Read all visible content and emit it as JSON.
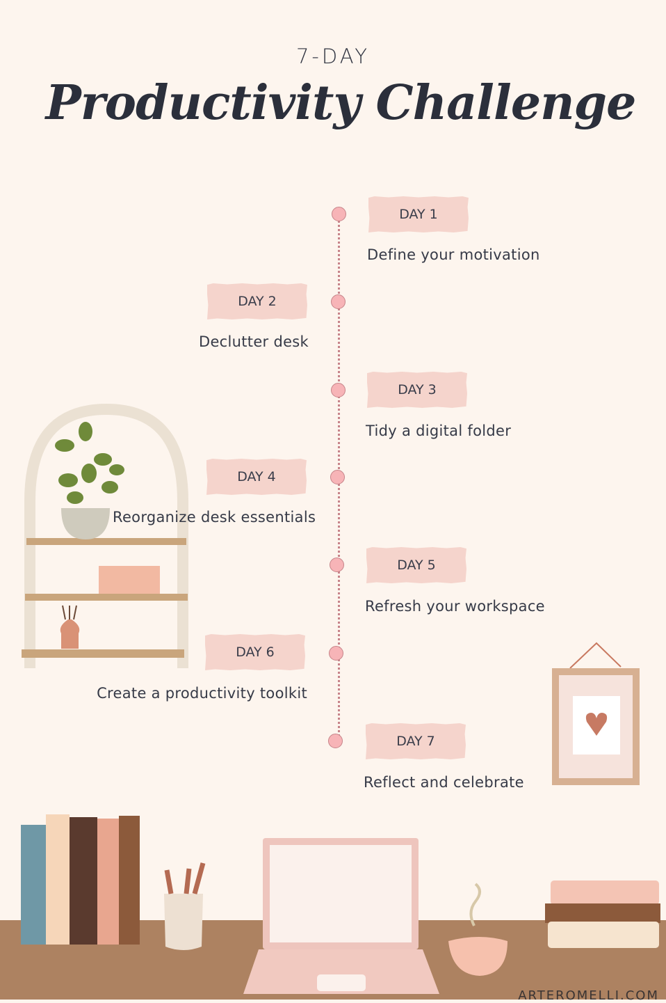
{
  "header": {
    "subtitle": "7-DAY",
    "title": "Productivity Challenge"
  },
  "timeline": [
    {
      "day": "DAY 1",
      "task": "Define your motivation",
      "side": "right"
    },
    {
      "day": "DAY 2",
      "task": "Declutter desk",
      "side": "left"
    },
    {
      "day": "DAY 3",
      "task": "Tidy a digital folder",
      "side": "right"
    },
    {
      "day": "DAY 4",
      "task": "Reorganize desk essentials",
      "side": "left"
    },
    {
      "day": "DAY 5",
      "task": "Refresh your workspace",
      "side": "right"
    },
    {
      "day": "DAY 6",
      "task": "Create a productivity toolkit",
      "side": "left"
    },
    {
      "day": "DAY 7",
      "task": "Reflect and celebrate",
      "side": "right"
    }
  ],
  "footer": {
    "credit": "ARTEROMELLI.COM"
  },
  "colors": {
    "background": "#fdf5ee",
    "tag": "#f5d4cc",
    "dot": "#f7b4b7",
    "desk": "#ad8261",
    "text": "#363a47"
  }
}
